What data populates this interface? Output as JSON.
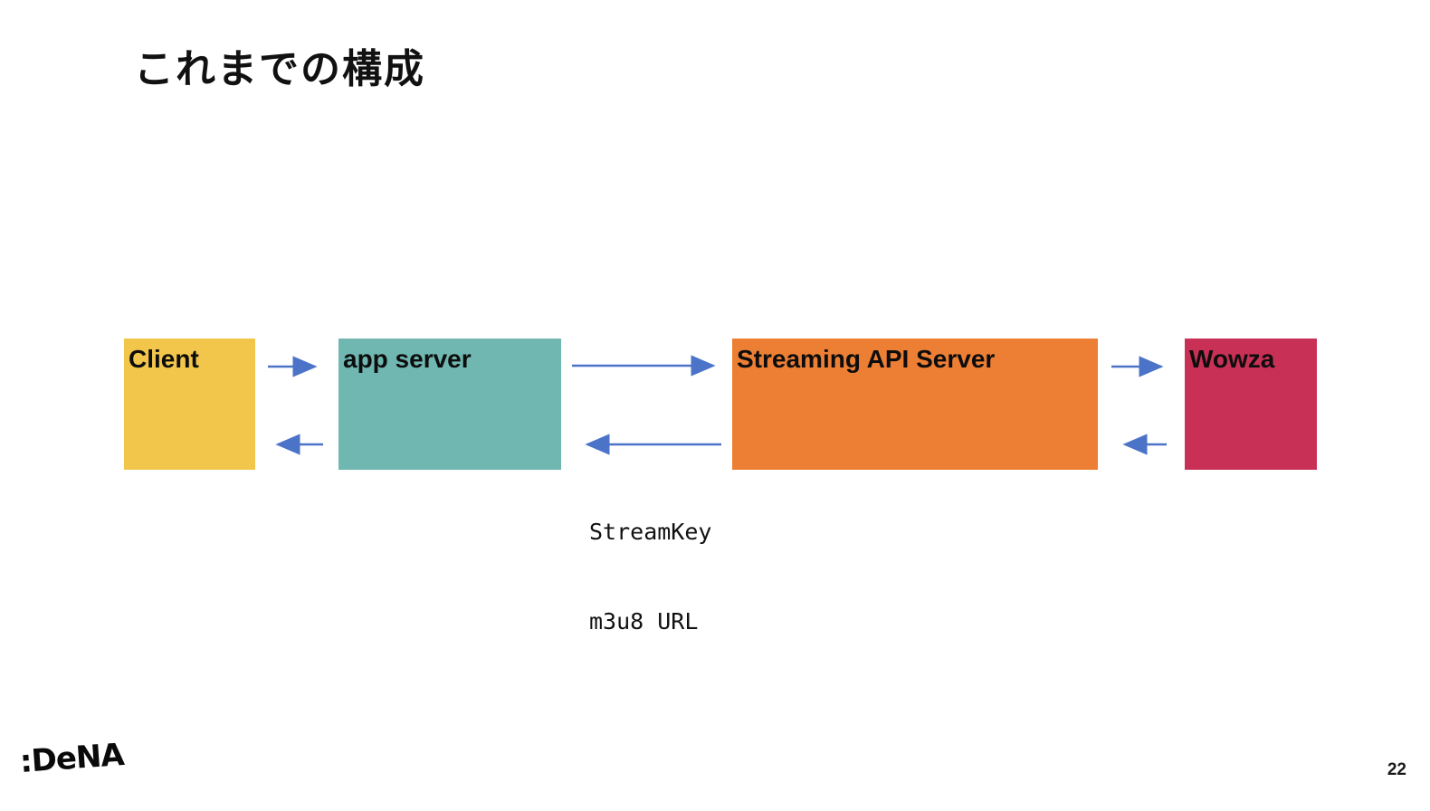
{
  "slide": {
    "title": "これまでの構成",
    "page_number": "22",
    "logo": ":DeNA"
  },
  "diagram": {
    "nodes": [
      {
        "id": "client",
        "label": "Client",
        "color": "#F2C64B"
      },
      {
        "id": "app-server",
        "label": "app server",
        "color": "#6FB7B0"
      },
      {
        "id": "streaming-api-server",
        "label": "Streaming API Server",
        "color": "#ED7F35"
      },
      {
        "id": "wowza",
        "label": "Wowza",
        "color": "#C93056"
      }
    ],
    "arrows": [
      {
        "from": "client",
        "to": "app-server"
      },
      {
        "from": "app-server",
        "to": "client"
      },
      {
        "from": "app-server",
        "to": "streaming-api-server"
      },
      {
        "from": "streaming-api-server",
        "to": "app-server"
      },
      {
        "from": "streaming-api-server",
        "to": "wowza"
      },
      {
        "from": "wowza",
        "to": "streaming-api-server"
      }
    ],
    "arrow_color": "#4B73C8",
    "return_label": {
      "line1": "StreamKey",
      "line2": "m3u8 URL"
    }
  }
}
